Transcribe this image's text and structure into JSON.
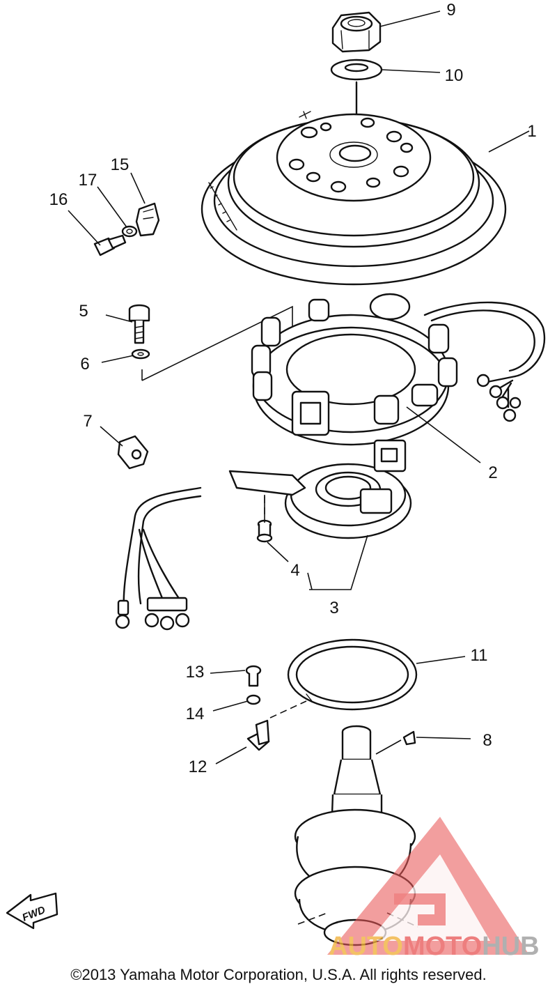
{
  "callouts": [
    {
      "id": "1",
      "text": "1"
    },
    {
      "id": "2",
      "text": "2"
    },
    {
      "id": "3",
      "text": "3"
    },
    {
      "id": "4",
      "text": "4"
    },
    {
      "id": "5",
      "text": "5"
    },
    {
      "id": "6",
      "text": "6"
    },
    {
      "id": "7",
      "text": "7"
    },
    {
      "id": "8",
      "text": "8"
    },
    {
      "id": "9",
      "text": "9"
    },
    {
      "id": "10",
      "text": "10"
    },
    {
      "id": "11",
      "text": "11"
    },
    {
      "id": "12",
      "text": "12"
    },
    {
      "id": "13",
      "text": "13"
    },
    {
      "id": "14",
      "text": "14"
    },
    {
      "id": "15",
      "text": "15"
    },
    {
      "id": "16",
      "text": "16"
    },
    {
      "id": "17",
      "text": "17"
    }
  ],
  "direction_arrow": {
    "label": "FWD"
  },
  "watermark": {
    "part1": "AUTO",
    "part2": "MOTO",
    "part3": "HUB",
    "colors": {
      "accent": "#f0b03a",
      "mark": "#e85a5a",
      "hub": "#9a9a9a"
    }
  },
  "copyright": "©2013 Yamaha Motor Corporation, U.S.A. All rights reserved."
}
